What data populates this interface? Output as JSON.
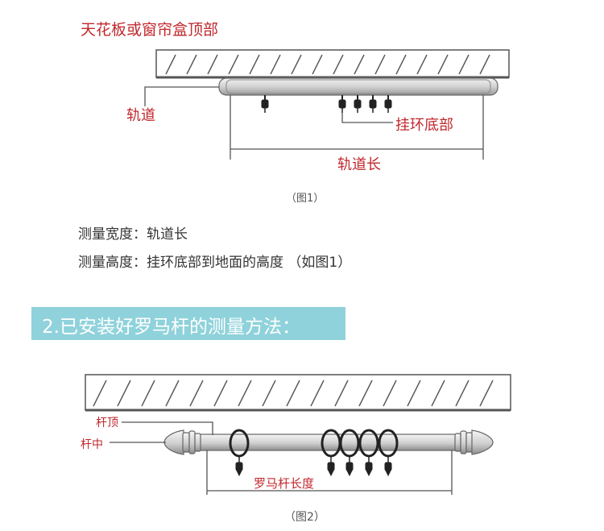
{
  "figure1": {
    "ceiling_label": "天花板或窗帘盒顶部",
    "track_label": "轨道",
    "ring_bottom_label": "挂环底部",
    "track_length_label": "轨道长",
    "caption": "（图1）"
  },
  "measurements": {
    "width_text": "测量宽度：轨道长",
    "height_text": "测量高度：挂环底部到地面的高度 （如图1）"
  },
  "section2": {
    "title": "2.已安装好罗马杆的测量方法："
  },
  "figure2": {
    "rod_top_label": "杆顶",
    "rod_middle_label": "杆中",
    "rod_length_label": "罗马杆长度",
    "caption": "（图2）"
  },
  "colors": {
    "label_red": "#c0282d",
    "banner_teal": "#8fd2db",
    "line_gray": "#555555"
  }
}
